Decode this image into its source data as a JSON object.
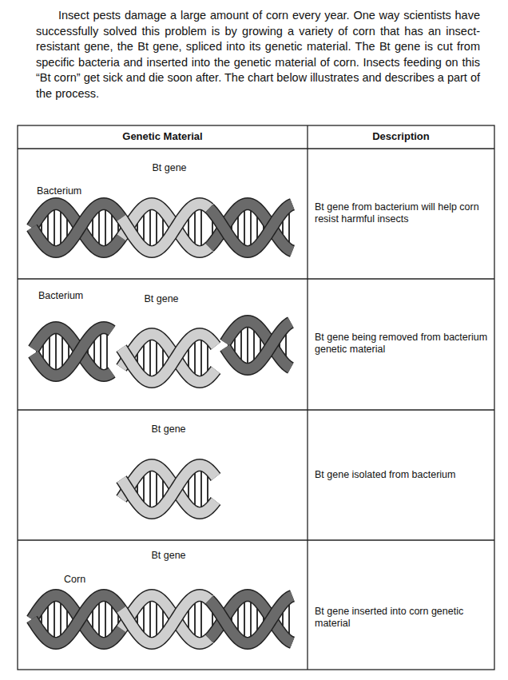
{
  "diagram": {
    "labels": [
      "Insect pests damage a large amount of corn every year. One way scientists have successfully solved this problem is by growing a variety of corn that has an insect-resistant gene, the Bt gene, spliced into its genetic material. The Bt gene is cut from specific bacteria and inserted into the genetic material of corn. Insects feeding on this “Bt corn” get sick and die soon after. The chart below illustrates and describes a part of the process.",
      "Genetic Material",
      "Description",
      "Bt gene",
      "Bacterium",
      "Bt gene from bacterium will help corn resist harmful insects",
      "Bacterium",
      "Bt gene",
      "Bt gene being removed  from bacterium genetic material",
      "Bt gene",
      "Bt gene isolated from bacterium",
      "Bt gene",
      "Corn",
      "Bt gene inserted into corn genetic material"
    ]
  }
}
